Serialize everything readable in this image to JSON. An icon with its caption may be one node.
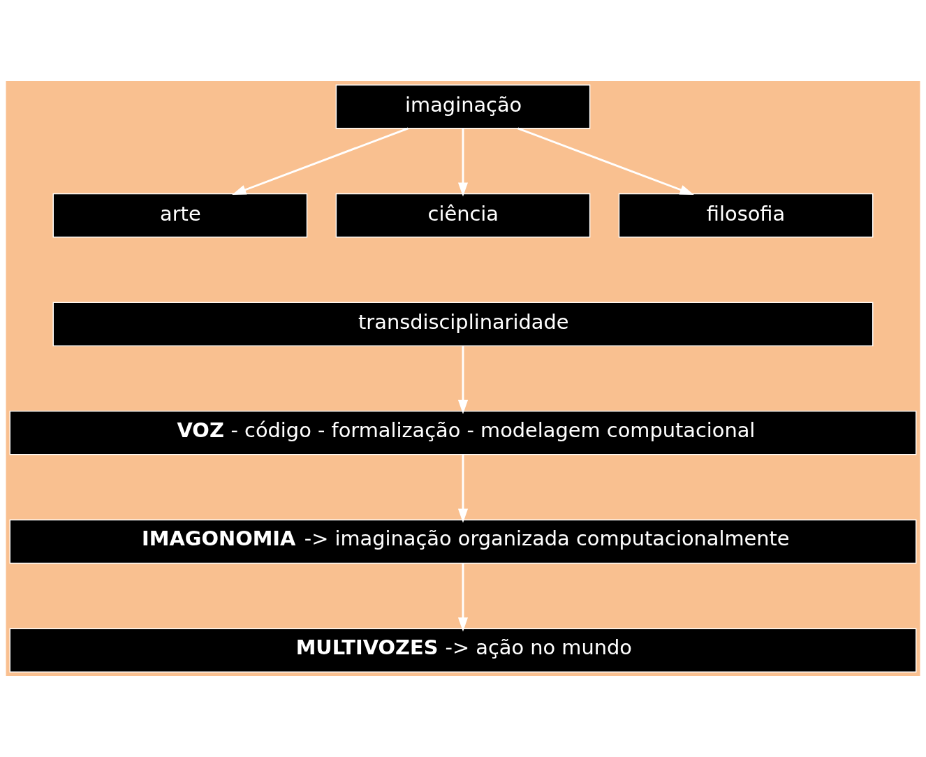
{
  "diagram": {
    "nodes": [
      {
        "text": [
          "imaginação"
        ]
      },
      {
        "text": [
          "arte"
        ]
      },
      {
        "text": [
          "ciência"
        ]
      },
      {
        "text": [
          "filosofia"
        ]
      },
      {
        "text": [
          "transdisciplinaridade"
        ]
      },
      {
        "text": [
          "**VOZ** - código - formalização - modelagem computacional"
        ]
      },
      {
        "text": [
          "**IMAGONOMIA** -> imaginação organizada computacionalmente"
        ]
      },
      {
        "text": [
          "**MULTIVOZES** -> ação no mundo"
        ]
      }
    ],
    "edges": [
      {
        "from": 0,
        "to": 1,
        "arrow": "to"
      },
      {
        "from": 0,
        "to": 2,
        "arrow": "to"
      },
      {
        "from": 0,
        "to": 3,
        "arrow": "to"
      },
      {
        "from": 4,
        "to": 5,
        "arrow": "to"
      },
      {
        "from": 5,
        "to": 6,
        "arrow": "to"
      },
      {
        "from": 6,
        "to": 7,
        "arrow": "to"
      }
    ]
  }
}
